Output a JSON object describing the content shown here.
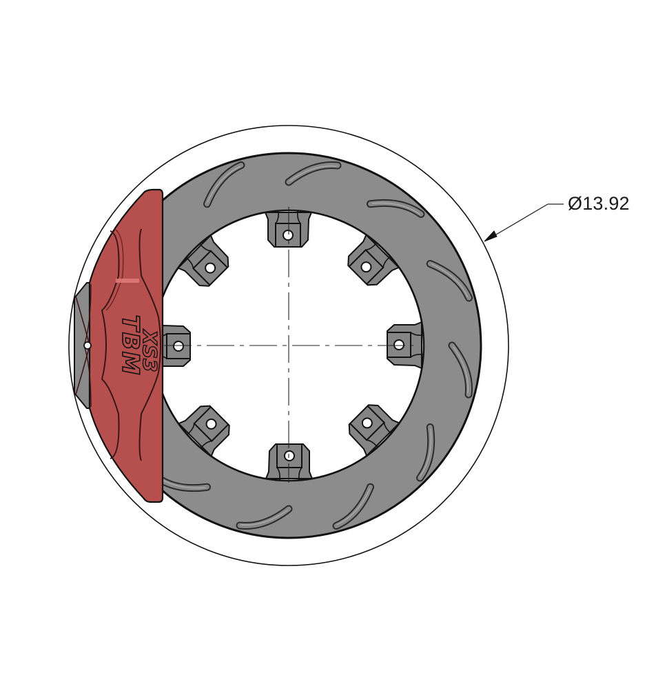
{
  "drawing": {
    "title": "Brake rotor and caliper front view",
    "dimension": {
      "label": "Ø13.92",
      "symbol": "Ø",
      "value": "13.92",
      "feature": "outer-clearance-diameter"
    },
    "caliper": {
      "brand_text": "TBM",
      "model_text": "XS3",
      "model_prefix": "X",
      "model_suffix": "S3"
    },
    "rotor": {
      "slot_count": 12,
      "mount_tab_count": 8
    },
    "colors": {
      "caliper_red": "#b5504f",
      "caliper_highlight": "#e07a78",
      "rotor_gray": "#8c8c8c",
      "tab_gray": "#858585",
      "outline": "#111111",
      "background": "#ffffff"
    }
  }
}
